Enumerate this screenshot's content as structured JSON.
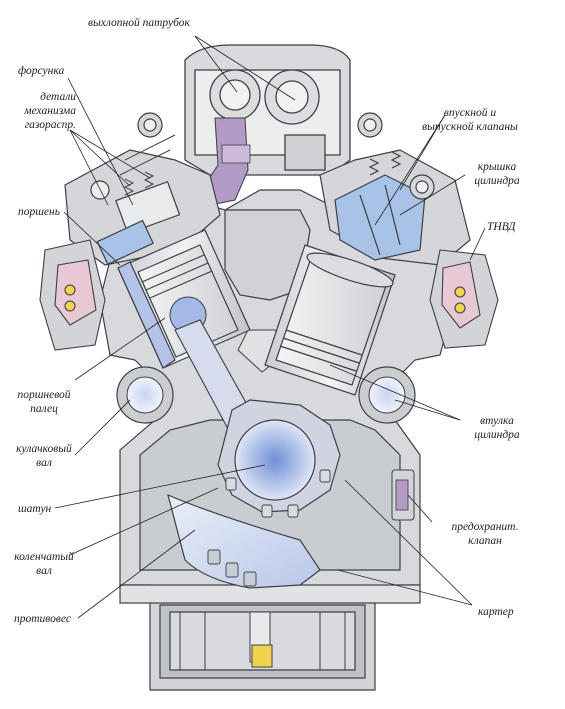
{
  "labels": {
    "exhaust_pipe": "выхлопной  патрубок",
    "injector": "форсунка",
    "valve_gear_1": "детали",
    "valve_gear_2": "механизма",
    "valve_gear_3": "газораспр.",
    "piston": "поршень",
    "valves_1": "впускной  и",
    "valves_2": "выпускной клапаны",
    "head_1": "крышка",
    "head_2": "цилиндра",
    "hpfp": "ТНВД",
    "pin_1": "поршневой",
    "pin_2": "палец",
    "camshaft_1": "кулачковый",
    "camshaft_2": "вал",
    "rod": "шатун",
    "crankshaft_1": "коленчатый",
    "crankshaft_2": "вал",
    "counterweight": "противовес",
    "liner_1": "втулка",
    "liner_2": "цилиндра",
    "safety_1": "предохранит.",
    "safety_2": "клапан",
    "crankcase": "картер"
  },
  "colors": {
    "body": "#d7d9dc",
    "body_dark": "#b9bcc0",
    "outline": "#3d3f44",
    "cylinder_blue": "#a9c3e6",
    "piston_gray": "#e9eaec",
    "purple": "#b49ac6",
    "pink": "#e8c8d4",
    "yellow": "#f1d44c",
    "crank_blue": "#9fb7e4"
  }
}
